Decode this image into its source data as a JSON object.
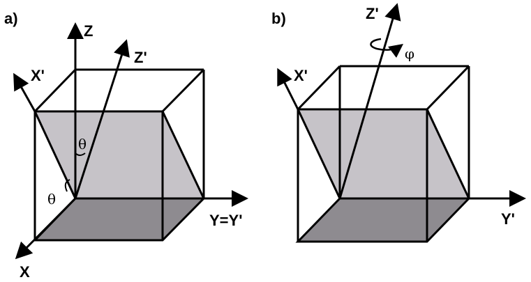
{
  "panel_a": {
    "label": "a)",
    "axis_z": "Z",
    "axis_z_prime": "Z'",
    "axis_x_prime": "X'",
    "axis_y_eq": "Y=Y'",
    "axis_x": "X",
    "angle_theta_1": "θ",
    "angle_theta_2": "θ"
  },
  "panel_b": {
    "label": "b)",
    "axis_z_prime": "Z'",
    "axis_x_prime": "X'",
    "axis_y_prime": "Y'",
    "angle_phi": "φ"
  },
  "colors": {
    "plane_fill": "#c6c3c8",
    "floor_fill": "#8e8b90",
    "line": "#000000"
  }
}
